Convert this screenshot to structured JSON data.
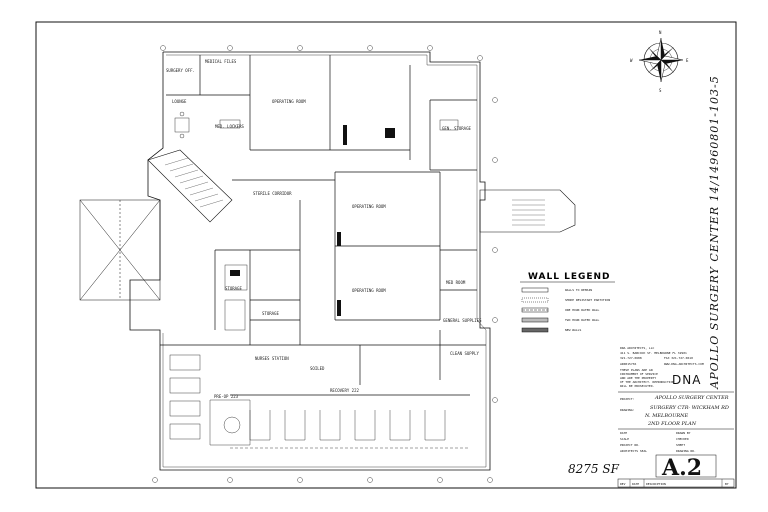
{
  "project_title": "APOLLO SURGERY CENTER 14/14960801-103-5",
  "area": "8275 SF",
  "sheet_number": "A.2",
  "compass": {
    "n": "N",
    "s": "S",
    "e": "E",
    "w": "W"
  },
  "wall_legend": {
    "title": "WALL LEGEND",
    "items": [
      {
        "label": "WALLS TO REMAIN",
        "pattern": "remain"
      },
      {
        "label": "SMOKE RESISTANT PARTITION",
        "pattern": "smoke"
      },
      {
        "label": "ONE HOUR RATED WALL",
        "pattern": "one-hour"
      },
      {
        "label": "TWO HOUR RATED WALL",
        "pattern": "two-hour"
      },
      {
        "label": "NEW WALLS",
        "pattern": "new"
      }
    ]
  },
  "firm": {
    "name": "DNA ARCHITECTS, LLC",
    "address": "411 S. BABCOCK ST. MELBOURNE FL 32901",
    "phone": "321-727-0688",
    "fax": "FAX 321-727-0610",
    "license": "AR0015736",
    "website": "WWW.DNA-ARCHITECTS.COM",
    "logo": "DNA",
    "notice": [
      "THESE PLANS ARE AN",
      "INSTRUMENT OF SERVICE",
      "AND ARE THE PROPERTY",
      "OF THE ARCHITECT. REPRODUCTION",
      "WILL BE PROSECUTED."
    ]
  },
  "title_block": {
    "project_label": "PROJECT:",
    "project_name": "APOLLO SURGERY CENTER",
    "address_line": "SURGERY CTR- WICKHAM RD",
    "drawing_label": "DRAWING:",
    "city_line": "N. MELBOURNE",
    "drawing_name": "2ND FLOOR PLAN",
    "fields": [
      "DATE",
      "DRAWN BY",
      "SCALE",
      "CHECKED",
      "PROJECT NO.",
      "SHEET",
      "ARCHITECTS SEAL",
      "DRAWING NO."
    ],
    "revision_header": [
      "REV",
      "DATE",
      "DESCRIPTION",
      "BY"
    ]
  },
  "rooms": [
    "SURGERY OFF.",
    "MEDICAL FILES",
    "LOUNGE",
    "OPERATING ROOM",
    "MED. LOCKERS",
    "STERILE CORRIDOR",
    "OPERATING ROOM",
    "OPERATING ROOM",
    "MED ROOM",
    "GEN. STORAGE",
    "NURSES STATION",
    "RECOVERY 222",
    "PRE-OP 223",
    "STORAGE",
    "STORAGE",
    "CLEAN SUPPLY",
    "SOILED",
    "GENERAL SUPPLIES"
  ]
}
